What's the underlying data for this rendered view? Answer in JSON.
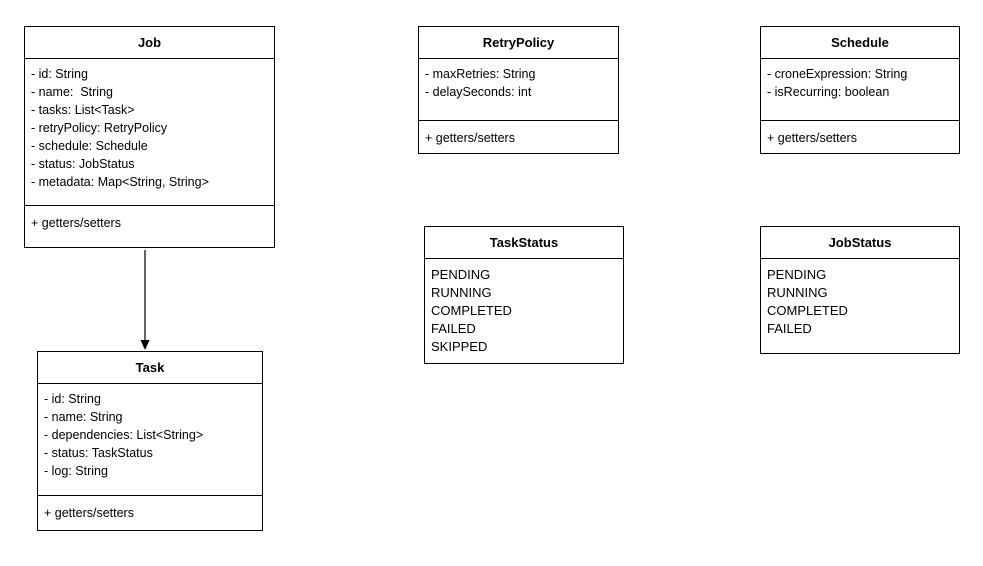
{
  "classes": {
    "job": {
      "name": "Job",
      "attributes": [
        "- id: String",
        "- name:  String",
        "- tasks: List<Task>",
        "- retryPolicy: RetryPolicy",
        "- schedule: Schedule",
        "- status: JobStatus",
        "- metadata: Map<String, String>"
      ],
      "operations": [
        "+ getters/setters"
      ]
    },
    "retry_policy": {
      "name": "RetryPolicy",
      "attributes": [
        "- maxRetries: String",
        "- delaySeconds: int"
      ],
      "operations": [
        "+ getters/setters"
      ]
    },
    "schedule": {
      "name": "Schedule",
      "attributes": [
        "- croneExpression: String",
        "- isRecurring: boolean"
      ],
      "operations": [
        "+ getters/setters"
      ]
    },
    "task": {
      "name": "Task",
      "attributes": [
        "- id: String",
        "- name: String",
        "- dependencies: List<String>",
        "- status: TaskStatus",
        "- log: String"
      ],
      "operations": [
        "+ getters/setters"
      ]
    }
  },
  "enums": {
    "task_status": {
      "name": "TaskStatus",
      "values": [
        "PENDING",
        "RUNNING",
        "COMPLETED",
        "FAILED",
        "SKIPPED"
      ]
    },
    "job_status": {
      "name": "JobStatus",
      "values": [
        "PENDING",
        "RUNNING",
        "COMPLETED",
        "FAILED"
      ]
    }
  },
  "connectors": [
    {
      "from": "Job",
      "to": "Task",
      "arrow": "filled-open"
    }
  ],
  "colors": {
    "border": "#000000",
    "background": "#ffffff",
    "text": "#000000"
  }
}
